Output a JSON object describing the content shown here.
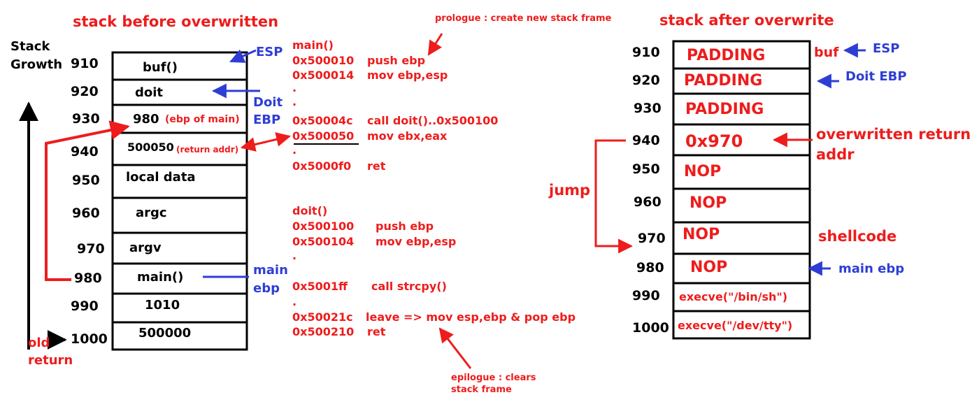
{
  "left_title": "stack before overwritten",
  "right_title": "stack after overwrite",
  "growth_label": [
    "Stack",
    "Growth"
  ],
  "old_return_label": [
    "old",
    "return"
  ],
  "left_addresses": [
    "910",
    "920",
    "930",
    "940",
    "950",
    "960",
    "970",
    "980",
    "990",
    "1000"
  ],
  "left_cells": [
    "buf()",
    "doit",
    "980",
    "500050",
    "local data",
    "argc",
    "argv",
    "main()",
    "1010",
    "500000"
  ],
  "left_cell_notes": {
    "ebp_of_main": "(ebp of main)",
    "return_addr": "(return addr)"
  },
  "left_pointers": {
    "esp": "ESP",
    "doit_ebp": [
      "Doit",
      "EBP"
    ],
    "main_ebp": [
      "main",
      "ebp"
    ]
  },
  "prologue_note": "prologue : create new stack frame",
  "epilogue_note": [
    "epilogue : clears",
    "stack frame"
  ],
  "main_listing": {
    "header": "main()",
    "lines": [
      {
        "addr": "0x500010",
        "instr": "push ebp"
      },
      {
        "addr": "0x500014",
        "instr": "mov ebp,esp"
      },
      {
        "addr": ".",
        "instr": ""
      },
      {
        "addr": ".",
        "instr": ""
      },
      {
        "addr": "0x50004c",
        "instr": "call doit()..0x500100"
      },
      {
        "addr": "0x500050",
        "instr": "mov ebx,eax"
      },
      {
        "addr": ".",
        "instr": ""
      },
      {
        "addr": "0x5000f0",
        "instr": "ret"
      }
    ]
  },
  "doit_listing": {
    "header": "doit()",
    "lines": [
      {
        "addr": "0x500100",
        "instr": "push ebp"
      },
      {
        "addr": "0x500104",
        "instr": "mov ebp,esp"
      },
      {
        "addr": ".",
        "instr": ""
      },
      {
        "addr": "0x5001ff",
        "instr": "call strcpy()"
      },
      {
        "addr": ".",
        "instr": ""
      },
      {
        "addr": "0x50021c",
        "instr": "leave  => mov esp,ebp & pop ebp"
      },
      {
        "addr": "0x500210",
        "instr": "ret"
      }
    ]
  },
  "right_addresses": [
    "910",
    "920",
    "930",
    "940",
    "950",
    "960",
    "970",
    "980",
    "990",
    "1000"
  ],
  "right_cells": [
    "PADDING",
    "PADDING",
    "PADDING",
    "0x970",
    "NOP",
    "NOP",
    "NOP",
    "NOP",
    "execve(\"/bin/sh\")",
    "execve(\"/dev/tty\")"
  ],
  "right_labels": {
    "buf": "buf",
    "esp": "ESP",
    "doit_ebp": "Doit EBP",
    "overwritten": [
      "overwritten return",
      "addr"
    ],
    "jump": "jump",
    "shellcode": "shellcode",
    "main_ebp": "main ebp"
  },
  "colors": {
    "red": "#ee1c1c",
    "blue": "#2e3ed4",
    "black": "#000000"
  }
}
